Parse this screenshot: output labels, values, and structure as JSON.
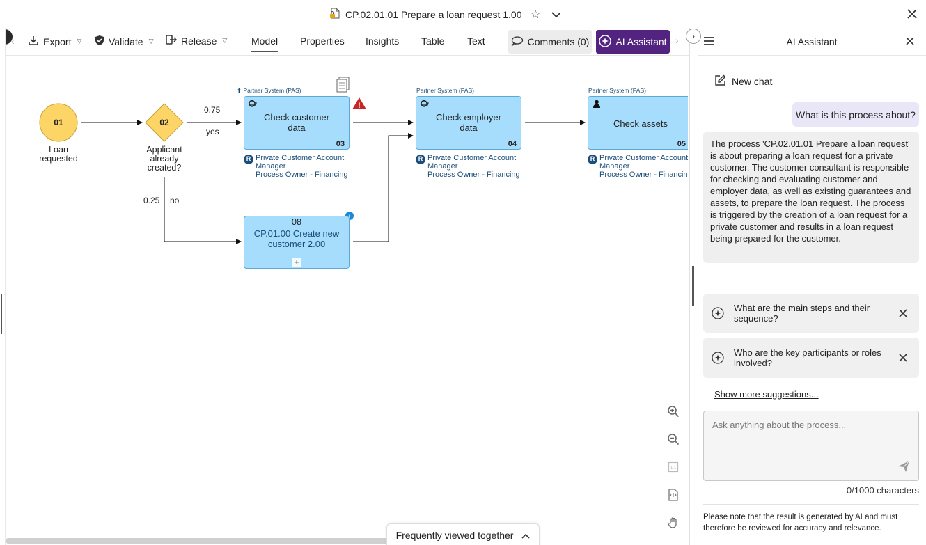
{
  "window": {
    "title": "CP.02.01.01 Prepare a loan request 1.00"
  },
  "toolbar": {
    "export_label": "Export",
    "validate_label": "Validate",
    "release_label": "Release",
    "tabs": [
      "Model",
      "Properties",
      "Insights",
      "Table",
      "Text"
    ],
    "active_tab": "Model",
    "comments_label": "Comments (0)",
    "ai_assistant_label": "AI Assistant"
  },
  "diagram": {
    "start_event": {
      "number": "01",
      "label_line1": "Loan",
      "label_line2": "requested"
    },
    "gateway": {
      "number": "02",
      "label_line1": "Applicant",
      "label_line2": "already",
      "label_line3": "created?"
    },
    "flow_labels": {
      "yes_prob": "0.75",
      "yes": "yes",
      "no_prob": "0.25",
      "no": "no"
    },
    "tasks": [
      {
        "number": "03",
        "title_line1": "Check customer",
        "title_line2": "data",
        "system": "Partner System (PAS)",
        "role_line1": "Private Customer Account",
        "role_line2": "Manager",
        "owner": "Process Owner - Financing"
      },
      {
        "number": "04",
        "title_line1": "Check employer",
        "title_line2": "data",
        "system": "Partner System (PAS)",
        "role_line1": "Private Customer Account",
        "role_line2": "Manager",
        "owner": "Process Owner - Financing"
      },
      {
        "number": "05",
        "title_line1": "Check assets",
        "title_line2": "",
        "system": "Partner System (PAS)",
        "role_line1": "Private Customer Account",
        "role_line2": "Manager",
        "owner": "Process Owner - Financing"
      }
    ],
    "subprocess": {
      "number": "08",
      "title_line1": "CP.01.00 Create new",
      "title_line2": "customer 2.00"
    }
  },
  "frequently_viewed": {
    "label": "Frequently viewed together"
  },
  "ai_panel": {
    "title": "AI Assistant",
    "new_chat_label": "New chat",
    "user_message": "What is this process about?",
    "ai_response": "The process 'CP.02.01.01 Prepare a loan request' is about preparing a loan request for a private customer. The customer consultant is responsible for checking and evaluating customer and employer data, as well as existing guarantees and assets, to prepare the loan request. The process is triggered by the creation of a loan request for a private customer and results in a loan request being prepared for the customer.",
    "suggestions": [
      {
        "text": "What are the main steps and their sequence?"
      },
      {
        "text": "Who are the key participants or roles involved?"
      }
    ],
    "show_more_label": "Show more suggestions...",
    "input_placeholder": "Ask anything about the process...",
    "input_value": "",
    "char_count": "0/1000 characters",
    "disclaimer": "Please note that the result is generated by AI and must therefore be reviewed for accuracy and relevance."
  },
  "colors": {
    "accent_purple": "#52247f",
    "task_fill": "#a6dcfc",
    "task_border": "#5aa9d6",
    "event_fill": "#fdd566",
    "role_blue": "#1b4d7a",
    "warning_red": "#c62828",
    "user_bubble": "#e9e6f7"
  },
  "icons": {
    "title_doc": "locked-document-icon",
    "favorite": "star-icon",
    "expand": "chevron-down-icon",
    "close": "close-icon",
    "export": "download-icon",
    "validate": "shield-check-icon",
    "release": "release-icon",
    "comments": "speech-bubble-icon",
    "ai": "sparkle-icon",
    "send": "send-icon",
    "new_chat": "edit-icon"
  }
}
